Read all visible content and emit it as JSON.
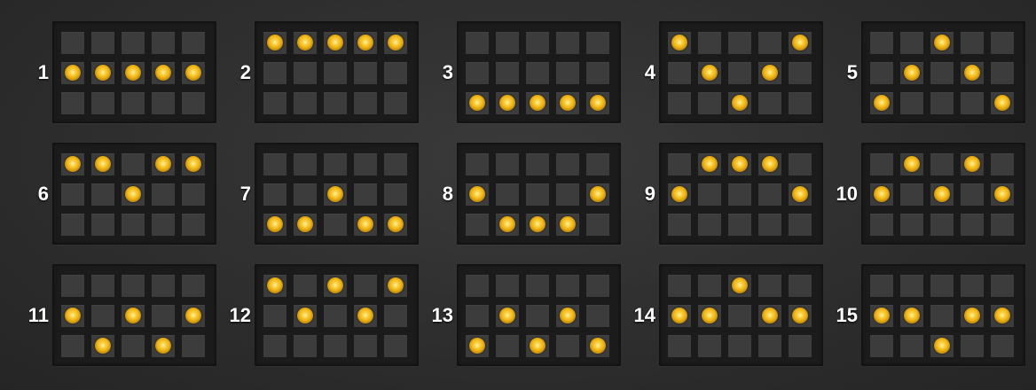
{
  "title": "",
  "grid": {
    "rows": 3,
    "reels": 5
  },
  "colors": {
    "coin": "#f2b81a",
    "cell": "#3c3c3c",
    "panel": "#1b1b1b"
  },
  "icon": "gold-coin-icon",
  "paylines": [
    {
      "number": "1",
      "pattern": [
        1,
        1,
        1,
        1,
        1
      ]
    },
    {
      "number": "2",
      "pattern": [
        0,
        0,
        0,
        0,
        0
      ]
    },
    {
      "number": "3",
      "pattern": [
        2,
        2,
        2,
        2,
        2
      ]
    },
    {
      "number": "4",
      "pattern": [
        0,
        1,
        2,
        1,
        0
      ]
    },
    {
      "number": "5",
      "pattern": [
        2,
        1,
        0,
        1,
        2
      ]
    },
    {
      "number": "6",
      "pattern": [
        0,
        0,
        1,
        0,
        0
      ]
    },
    {
      "number": "7",
      "pattern": [
        2,
        2,
        1,
        2,
        2
      ]
    },
    {
      "number": "8",
      "pattern": [
        1,
        2,
        2,
        2,
        1
      ]
    },
    {
      "number": "9",
      "pattern": [
        1,
        0,
        0,
        0,
        1
      ]
    },
    {
      "number": "10",
      "pattern": [
        1,
        0,
        1,
        0,
        1
      ]
    },
    {
      "number": "11",
      "pattern": [
        1,
        2,
        1,
        2,
        1
      ]
    },
    {
      "number": "12",
      "pattern": [
        0,
        1,
        0,
        1,
        0
      ]
    },
    {
      "number": "13",
      "pattern": [
        2,
        1,
        2,
        1,
        2
      ]
    },
    {
      "number": "14",
      "pattern": [
        1,
        1,
        0,
        1,
        1
      ]
    },
    {
      "number": "15",
      "pattern": [
        1,
        1,
        2,
        1,
        1
      ]
    }
  ]
}
